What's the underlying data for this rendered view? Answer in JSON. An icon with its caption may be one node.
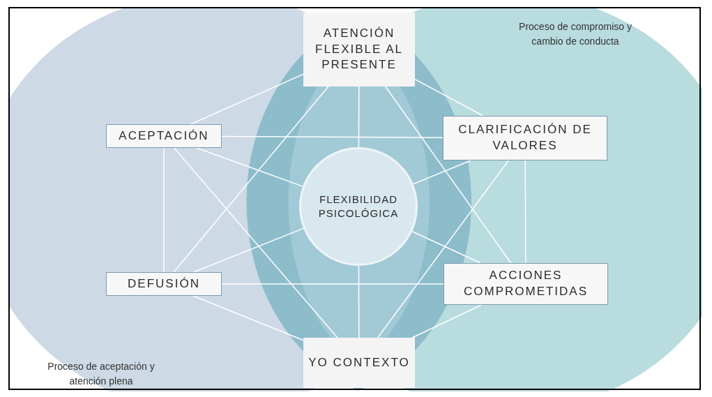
{
  "diagram": {
    "nodes": [
      {
        "text": [
          "ATENCIÓN FLEXIBLE AL PRESENTE"
        ]
      },
      {
        "text": [
          "ACEPTACIÓN"
        ]
      },
      {
        "text": [
          "CLARIFICACIÓN DE VALORES"
        ]
      },
      {
        "text": [
          "FLEXIBILIDAD PSICOLÓGICA"
        ]
      },
      {
        "text": [
          "DEFUSIÓN"
        ]
      },
      {
        "text": [
          "ACCIONES COMPROMETIDAS"
        ]
      },
      {
        "text": [
          "YO CONTEXTO"
        ]
      }
    ],
    "edges": [
      {
        "from": 0,
        "to": 1,
        "arrow": "none"
      },
      {
        "from": 0,
        "to": 2,
        "arrow": "none"
      },
      {
        "from": 0,
        "to": 3,
        "arrow": "none"
      },
      {
        "from": 0,
        "to": 4,
        "arrow": "none"
      },
      {
        "from": 0,
        "to": 5,
        "arrow": "none"
      },
      {
        "from": 1,
        "to": 2,
        "arrow": "none"
      },
      {
        "from": 1,
        "to": 3,
        "arrow": "none"
      },
      {
        "from": 1,
        "to": 4,
        "arrow": "none"
      },
      {
        "from": 1,
        "to": 6,
        "arrow": "none"
      },
      {
        "from": 2,
        "to": 3,
        "arrow": "none"
      },
      {
        "from": 2,
        "to": 5,
        "arrow": "none"
      },
      {
        "from": 2,
        "to": 6,
        "arrow": "none"
      },
      {
        "from": 3,
        "to": 4,
        "arrow": "none"
      },
      {
        "from": 3,
        "to": 5,
        "arrow": "none"
      },
      {
        "from": 3,
        "to": 6,
        "arrow": "none"
      },
      {
        "from": 4,
        "to": 5,
        "arrow": "none"
      },
      {
        "from": 4,
        "to": 6,
        "arrow": "none"
      },
      {
        "from": 5,
        "to": 6,
        "arrow": "none"
      }
    ],
    "labels": [
      "Proceso de compromiso y cambio de conducta",
      "Proceso de aceptación y atención plena"
    ]
  }
}
